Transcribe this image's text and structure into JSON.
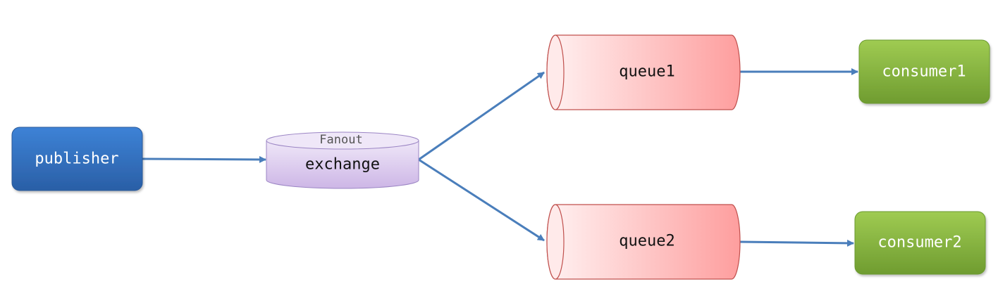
{
  "nodes": {
    "publisher": {
      "label": "publisher"
    },
    "exchange": {
      "type_label": "Fanout",
      "label": "exchange"
    },
    "queue1": {
      "label": "queue1"
    },
    "queue2": {
      "label": "queue2"
    },
    "consumer1": {
      "label": "consumer1"
    },
    "consumer2": {
      "label": "consumer2"
    }
  },
  "edges": [
    {
      "from": "publisher",
      "to": "exchange"
    },
    {
      "from": "exchange",
      "to": "queue1"
    },
    {
      "from": "exchange",
      "to": "queue2"
    },
    {
      "from": "queue1",
      "to": "consumer1"
    },
    {
      "from": "queue2",
      "to": "consumer2"
    }
  ],
  "colors": {
    "publisher": "#2e6bb8",
    "exchange": "#ddd0ef",
    "queue": "#fdb0b0",
    "consumer": "#82b53f",
    "arrow": "#4a7ebb"
  }
}
